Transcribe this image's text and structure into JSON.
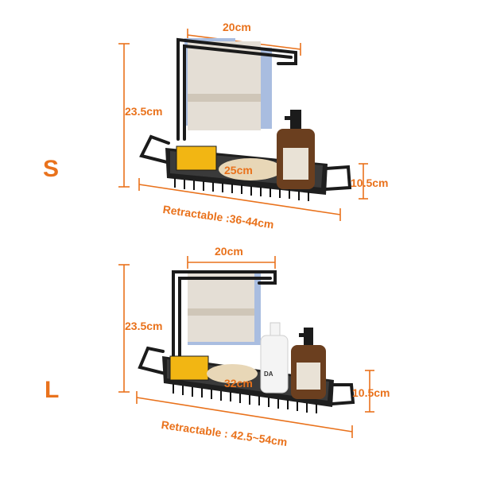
{
  "colors": {
    "accent": "#e9721c",
    "frame": "#1b1b1b",
    "towel_white": "#e4ded5",
    "towel_blue": "#a9bde0",
    "sponge_yellow": "#f2b613",
    "bottle_amber": "#6b3f1f",
    "bottle_white": "#f4f4f4"
  },
  "small": {
    "size_label": "S",
    "width_top": "20cm",
    "height": "23.5cm",
    "basket_length": "25cm",
    "depth": "10.5cm",
    "retractable": "Retractable :36-44cm"
  },
  "large": {
    "size_label": "L",
    "width_top": "20cm",
    "height": "23.5cm",
    "basket_length": "32cm",
    "depth": "10.5cm",
    "retractable": "Retractable : 42.5~54cm",
    "bottle_label": "DA"
  }
}
